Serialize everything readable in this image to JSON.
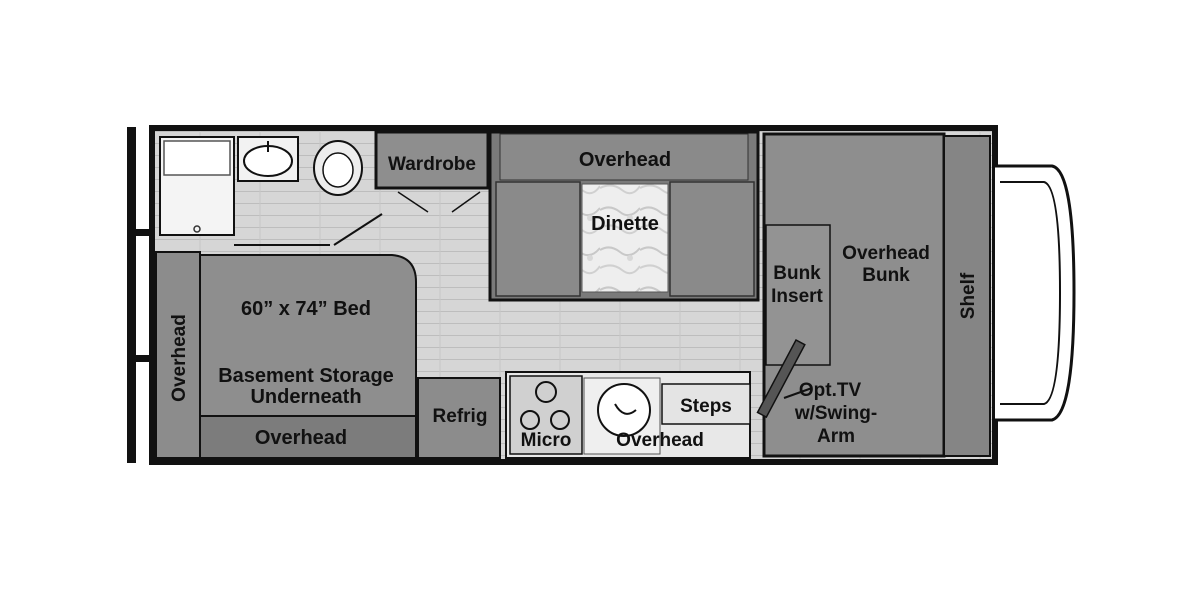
{
  "labels": {
    "wardrobe": "Wardrobe",
    "overhead_top": "Overhead",
    "dinette": "Dinette",
    "bed": "60” x 74” Bed",
    "overhead_left": "Overhead",
    "basement_1": "Basement Storage",
    "basement_2": "Underneath",
    "overhead_bottom": "Overhead",
    "refrig": "Refrig",
    "micro": "Micro",
    "overhead_galley": "Overhead",
    "steps": "Steps",
    "bunk_insert_1": "Bunk",
    "bunk_insert_2": "Insert",
    "overhead_bunk_1": "Overhead",
    "overhead_bunk_2": "Bunk",
    "shelf": "Shelf",
    "tv_1": "Opt.TV",
    "tv_2": "w/Swing-",
    "tv_3": "Arm"
  },
  "colors": {
    "wall": "#111111",
    "floor": "#d2d2d2",
    "cabinet": "#8c8c8c",
    "cabinet_dark": "#6e6e6e",
    "fixture": "#f2f2f2"
  }
}
